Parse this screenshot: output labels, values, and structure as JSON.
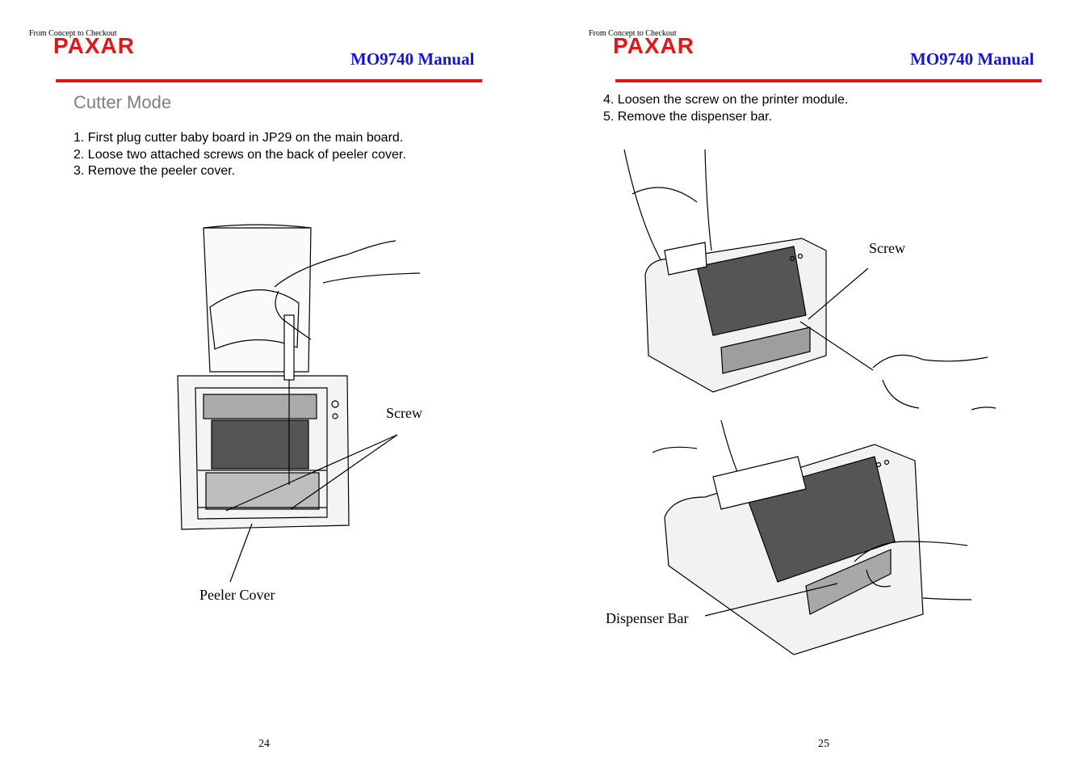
{
  "left_page": {
    "logo": {
      "tagline": "From Concept to Checkout",
      "wordmark": "PAXAR"
    },
    "header_title": "MO9740 Manual",
    "section_title": "Cutter Mode",
    "steps": [
      "1. First plug cutter baby board in JP29 on the main board.",
      "2. Loose two attached screws on the back of peeler cover.",
      "3. Remove the peeler cover."
    ],
    "figure": {
      "callouts": {
        "screw": "Screw",
        "peeler_cover": "Peeler Cover"
      }
    },
    "page_number": "24"
  },
  "right_page": {
    "logo": {
      "tagline": "From Concept to Checkout",
      "wordmark": "PAXAR"
    },
    "header_title": "MO9740 Manual",
    "steps": [
      "4. Loosen the screw on the printer module.",
      "5. Remove the dispenser bar."
    ],
    "figure_top": {
      "callouts": {
        "screw": "Screw"
      }
    },
    "figure_bottom": {
      "callouts": {
        "dispenser_bar": "Dispenser Bar"
      }
    },
    "page_number": "25"
  },
  "colors": {
    "brand_red": "#e0181c",
    "header_blue": "#1414d8",
    "section_gray": "#7f7f7f",
    "rule_red": "#e3131b"
  }
}
